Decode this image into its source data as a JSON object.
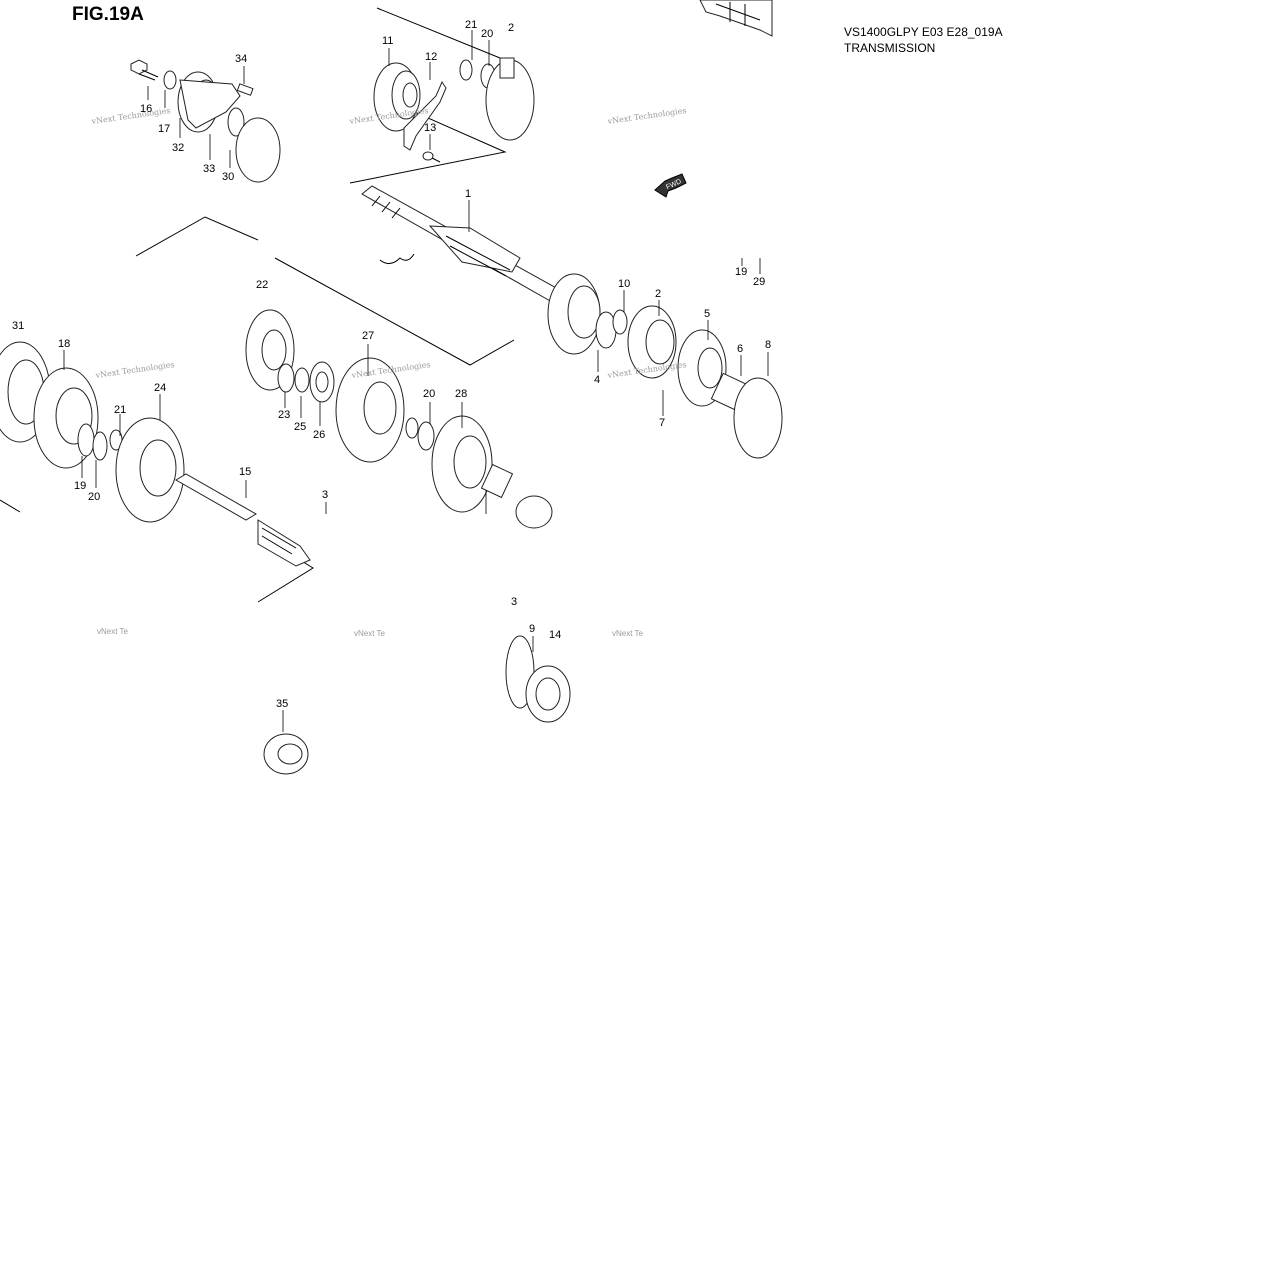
{
  "figure_label": "FIG.19A",
  "model_code": "VS1400GLPY E03 E28_019A",
  "section_title": "TRANSMISSION",
  "fwd_label": "FWD",
  "watermark": "vNext Technologies",
  "callouts": [
    "1",
    "2",
    "4",
    "5",
    "6",
    "7",
    "8",
    "9",
    "10",
    "11",
    "12",
    "13",
    "14",
    "15",
    "16",
    "17",
    "18",
    "19",
    "19",
    "20",
    "20",
    "20",
    "21",
    "21",
    "22",
    "23",
    "24",
    "25",
    "26",
    "27",
    "28",
    "29",
    "30",
    "31",
    "32",
    "33",
    "34",
    "35",
    "3",
    "2",
    "3"
  ]
}
